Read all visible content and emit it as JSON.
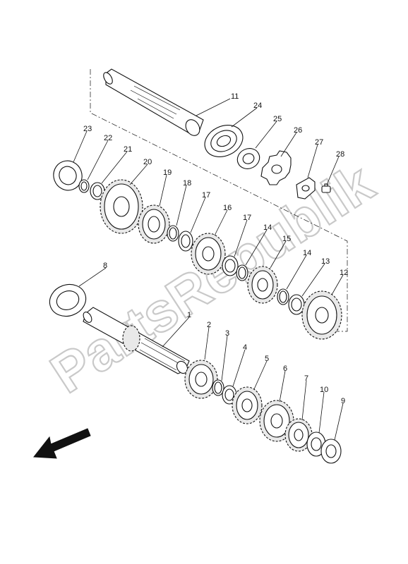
{
  "watermark": "PartsRepublik",
  "callouts": [
    "1",
    "2",
    "3",
    "4",
    "5",
    "6",
    "7",
    "8",
    "9",
    "10",
    "11",
    "12",
    "13",
    "14",
    "14",
    "15",
    "16",
    "17",
    "17",
    "18",
    "19",
    "20",
    "21",
    "22",
    "23",
    "24",
    "25",
    "26",
    "27",
    "28"
  ]
}
